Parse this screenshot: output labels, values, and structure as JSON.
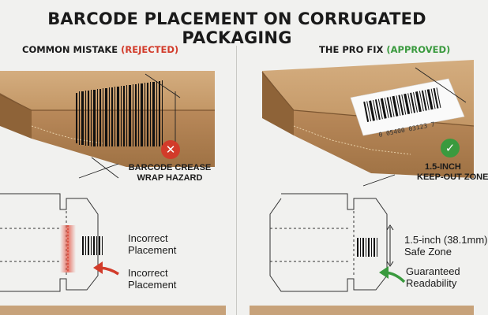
{
  "title": "BARCODE PLACEMENT ON CORRUGATED PACKAGING",
  "left": {
    "heading_prefix": "COMMON MISTAKE ",
    "heading_status": "(REJECTED)",
    "callout_line1": "BARCODE CREASE",
    "callout_line2": "WRAP HAZARD",
    "diagram_label1_line1": "Incorrect",
    "diagram_label1_line2": "Placement",
    "diagram_label2_line1": "Incorrect",
    "diagram_label2_line2": "Placement"
  },
  "right": {
    "heading_prefix": "THE PRO FIX ",
    "heading_status": "(APPROVED)",
    "barcode_number": "0 05400 03123 7",
    "callout_line1": "1.5-INCH",
    "callout_line2": "KEEP-OUT ZONE",
    "diagram_label1_line1": "1.5-inch (38.1mm)",
    "diagram_label1_line2": "Safe Zone",
    "diagram_label2_line1": "Guaranteed",
    "diagram_label2_line2": "Readability"
  },
  "colors": {
    "reject": "#d23b2a",
    "approve": "#3a9a3e",
    "cardboard": "#c49a6c",
    "cardboard_dark": "#a87d50"
  },
  "icons": {
    "reject": "x-circle-icon",
    "approve": "check-circle-icon"
  }
}
